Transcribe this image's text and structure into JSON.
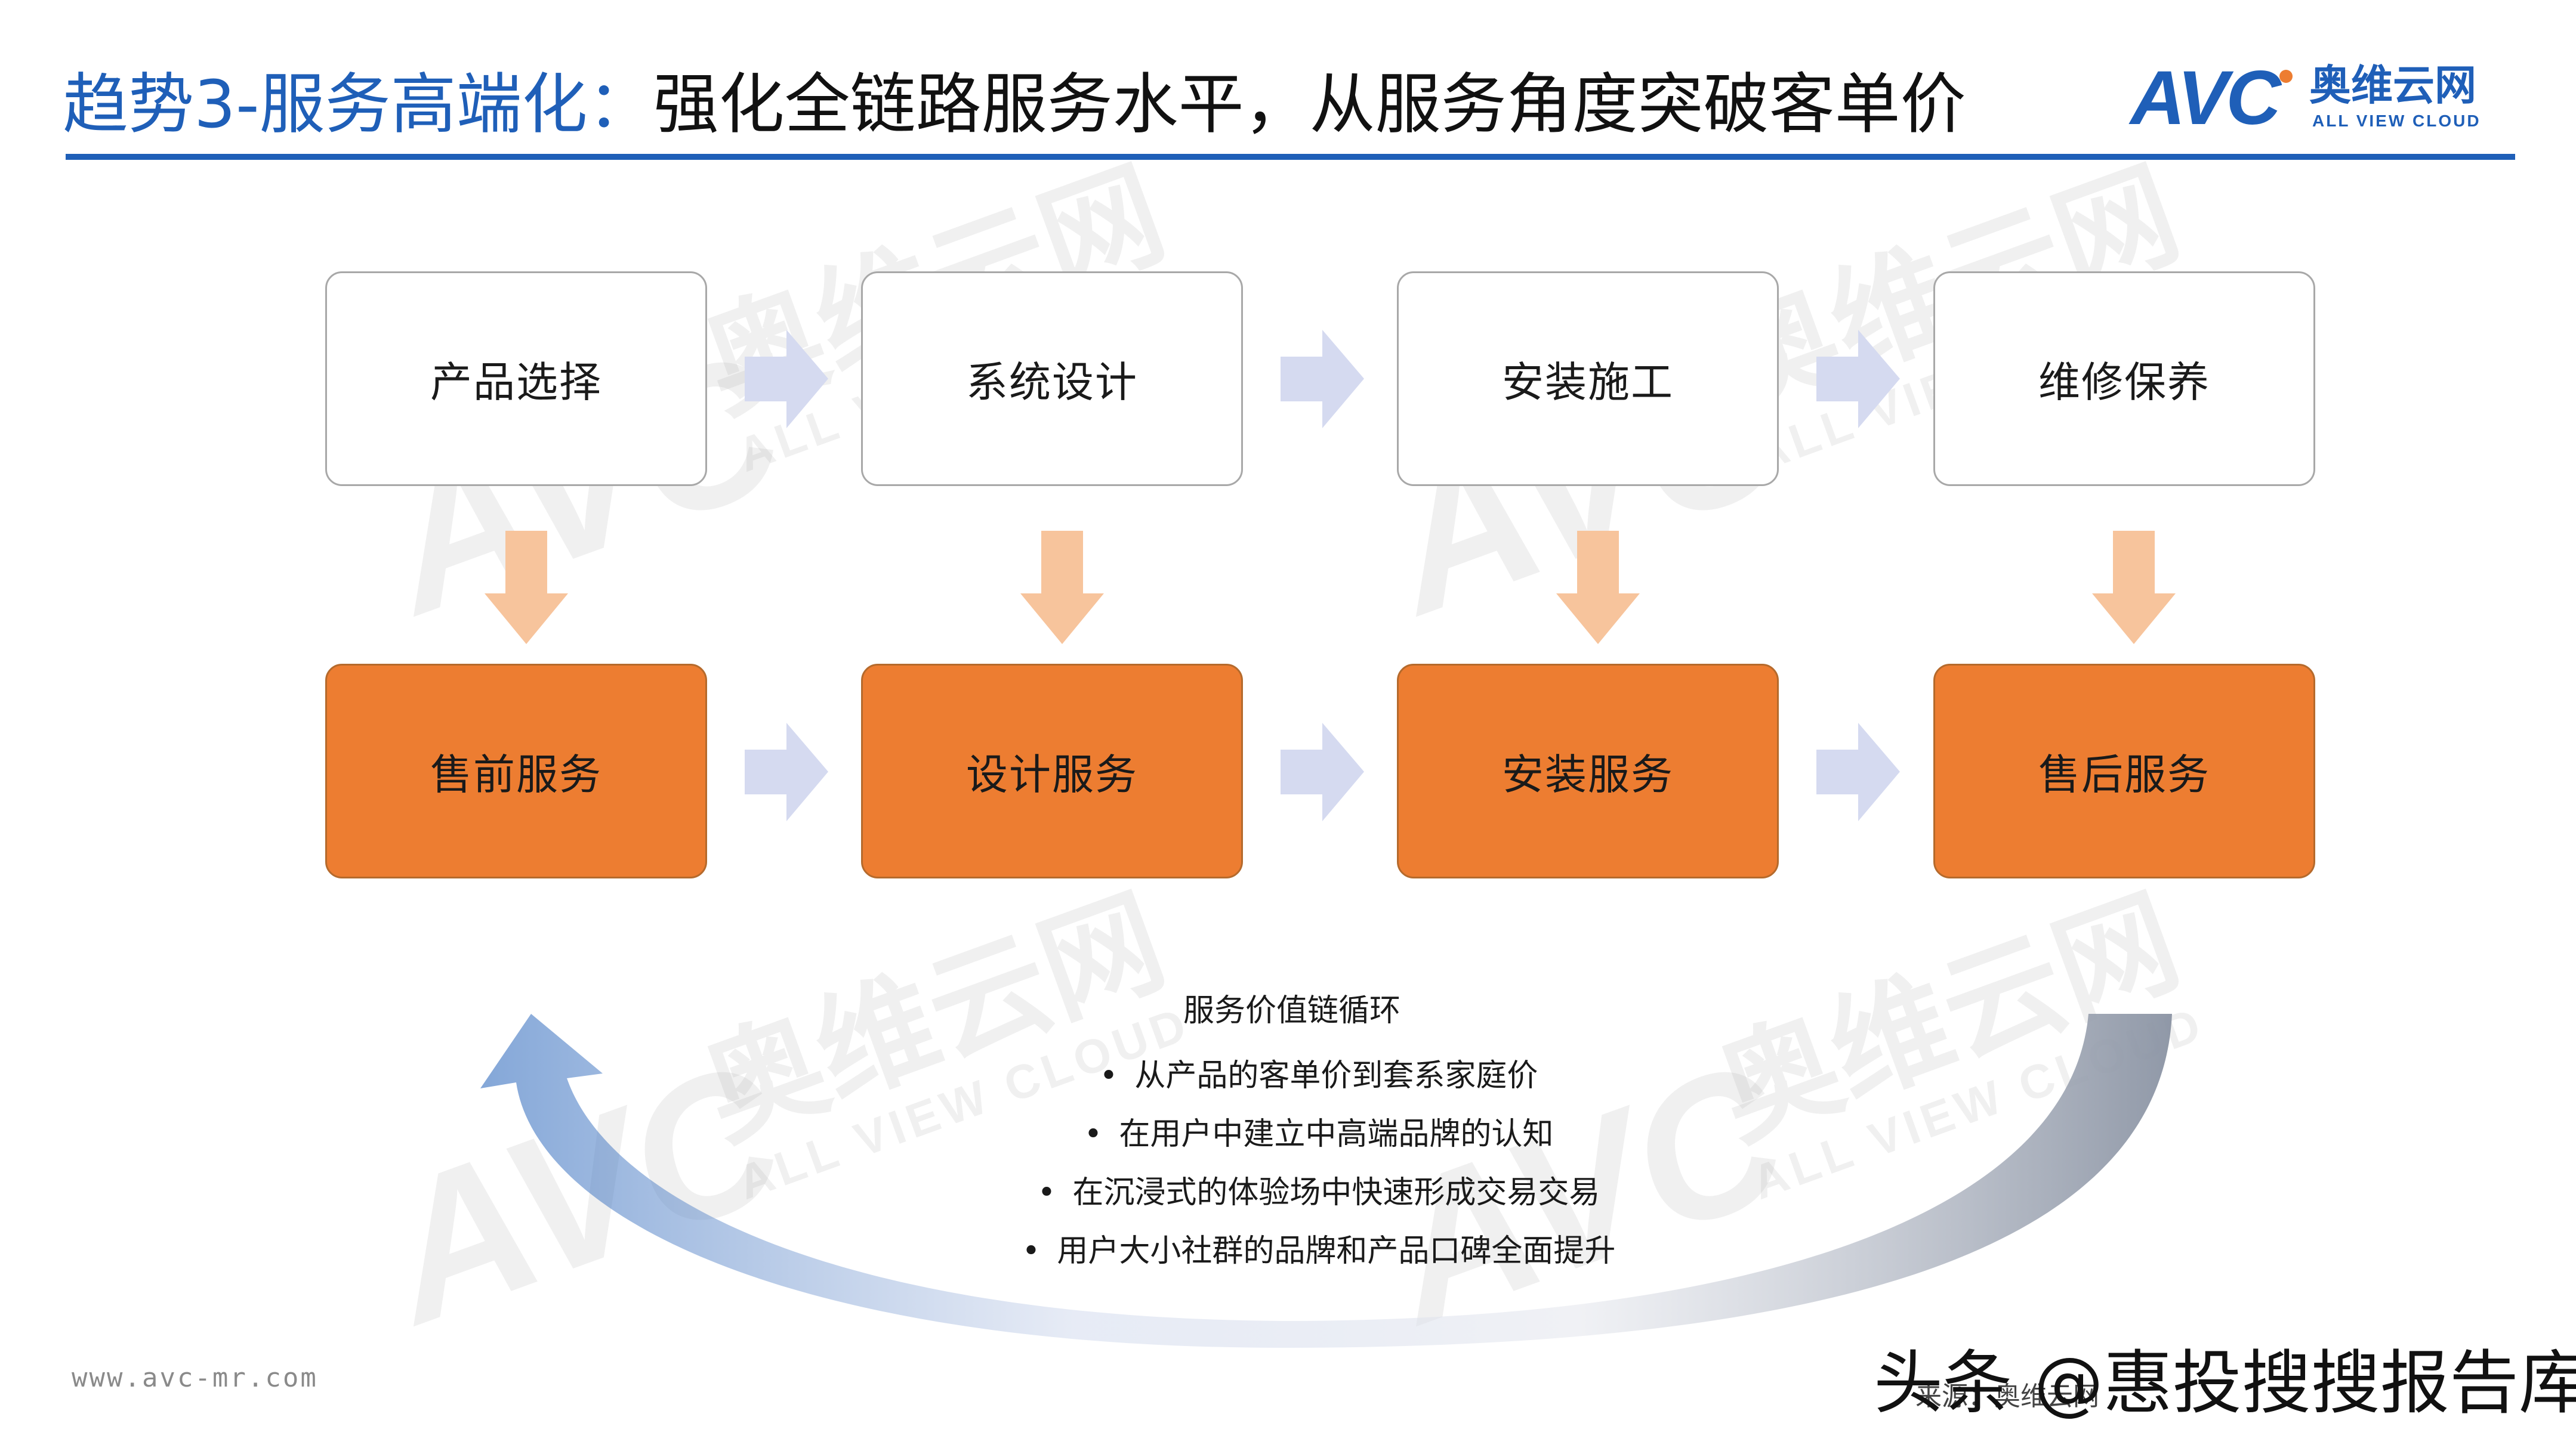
{
  "title": {
    "part1": "趋势3-服务高端化：",
    "part2": "强化全链路服务水平，从服务角度突破客单价"
  },
  "logo": {
    "mark": "AVC",
    "cn": "奥维云网",
    "en": "ALL VIEW CLOUD"
  },
  "flow": {
    "stages": [
      {
        "step": "产品选择",
        "service": "售前服务"
      },
      {
        "step": "系统设计",
        "service": "设计服务"
      },
      {
        "step": "安装施工",
        "service": "安装服务"
      },
      {
        "step": "维修保养",
        "service": "售后服务"
      }
    ]
  },
  "cycle": {
    "title": "服务价值链循环",
    "points": [
      "从产品的客单价到套系家庭价",
      "在用户中建立中高端品牌的认知",
      "在沉浸式的体验场中快速形成交易交易",
      "用户大小社群的品牌和产品口碑全面提升"
    ]
  },
  "footer": {
    "website": "www.avc-mr.com",
    "overlay": "头条 @惠投搜搜报告库",
    "source_hint": "来源：奥维云网"
  },
  "colors": {
    "brand_blue": "#1f5fb8",
    "service_orange": "#ed7d31",
    "down_arrow": "#f7c49c",
    "right_arrow": "#d5daf0"
  }
}
